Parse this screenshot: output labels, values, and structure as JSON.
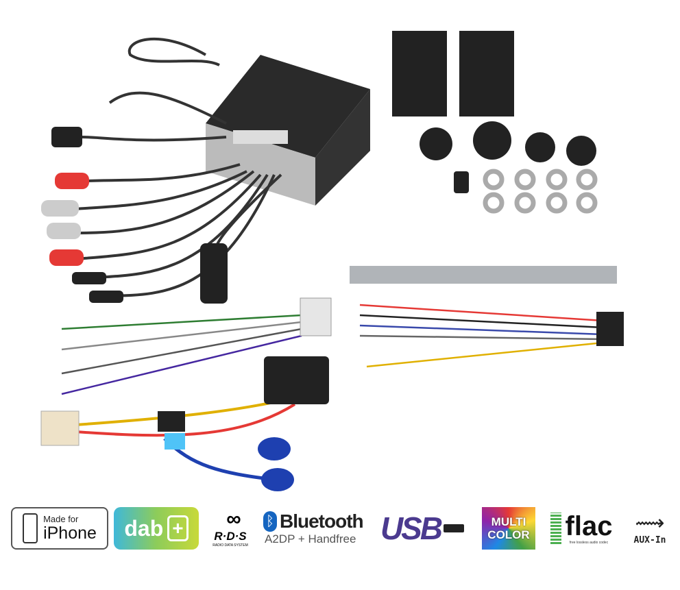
{
  "logos": {
    "iphone": {
      "line1": "Made for",
      "line2": "iPhone"
    },
    "dab": {
      "text": "dab",
      "plus": "+"
    },
    "rds": {
      "text": "R·D·S",
      "sub": "RADIO DATA SYSTEM"
    },
    "bluetooth": {
      "name": "Bluetooth",
      "sub": "A2DP + Handfree"
    },
    "usb": {
      "text": "USB"
    },
    "multicolor": {
      "line1": "MULTI",
      "line2": "COLOR"
    },
    "flac": {
      "text": "flac",
      "sub": "free lossless audio codec"
    },
    "aux": {
      "text": "AUX-In"
    }
  },
  "colors": {
    "wire_red": "#e53935",
    "wire_yellow": "#e0b000",
    "connector_blue": "#1e40b0",
    "unit_black": "#1a1a1a"
  }
}
